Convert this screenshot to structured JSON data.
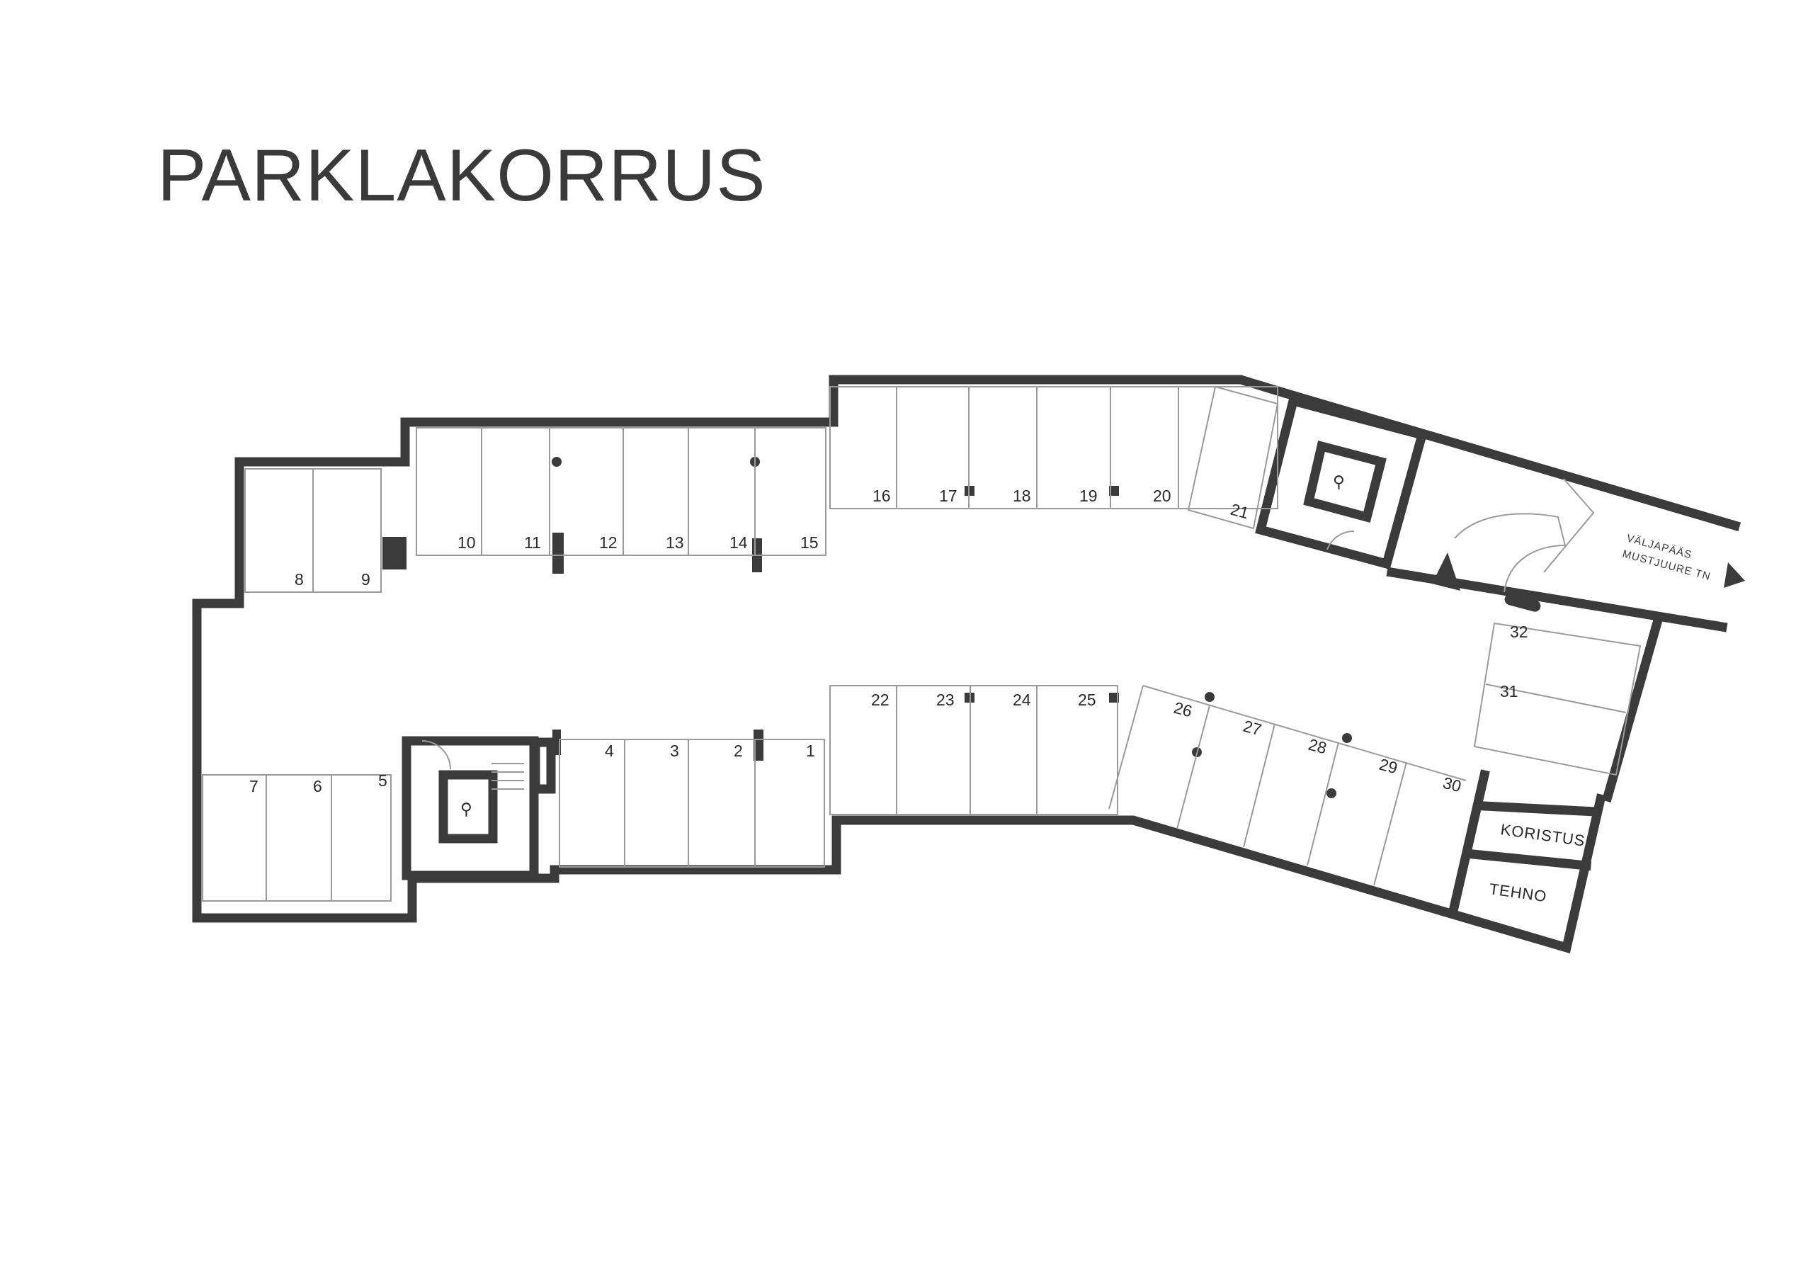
{
  "title": "PARKLAKORRUS",
  "spaces": {
    "s1": "1",
    "s2": "2",
    "s3": "3",
    "s4": "4",
    "s5": "5",
    "s6": "6",
    "s7": "7",
    "s8": "8",
    "s9": "9",
    "s10": "10",
    "s11": "11",
    "s12": "12",
    "s13": "13",
    "s14": "14",
    "s15": "15",
    "s16": "16",
    "s17": "17",
    "s18": "18",
    "s19": "19",
    "s20": "20",
    "s21": "21",
    "s22": "22",
    "s23": "23",
    "s24": "24",
    "s25": "25",
    "s26": "26",
    "s27": "27",
    "s28": "28",
    "s29": "29",
    "s30": "30",
    "s31": "31",
    "s32": "32"
  },
  "rooms": {
    "koristus": "KORISTUS",
    "tehno": "TEHNO"
  },
  "exit": {
    "line1": "VÄLJAPÄÄS",
    "line2": "MUSTJUURE TN"
  },
  "colors": {
    "wall": "#3b3b3b",
    "line": "#9a9a9a",
    "text": "#2a2a2a"
  }
}
